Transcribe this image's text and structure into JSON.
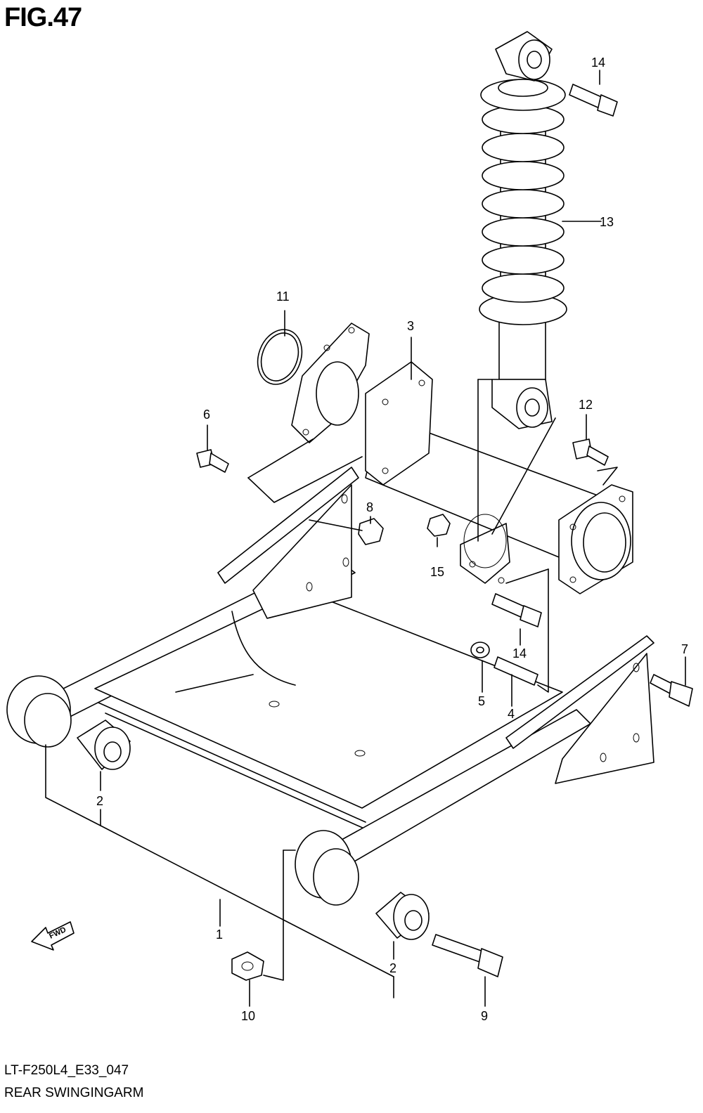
{
  "title": "FIG.47",
  "drawing_code": "LT-F250L4_E33_047",
  "caption": "REAR SWINGINGARM",
  "fwd_label": "FWD",
  "callouts": {
    "c1": "1",
    "c2a": "2",
    "c2b": "2",
    "c3": "3",
    "c4": "4",
    "c5": "5",
    "c6": "6",
    "c7": "7",
    "c8": "8",
    "c9": "9",
    "c10": "10",
    "c11": "11",
    "c12": "12",
    "c13": "13",
    "c14a": "14",
    "c14b": "14",
    "c15": "15"
  }
}
